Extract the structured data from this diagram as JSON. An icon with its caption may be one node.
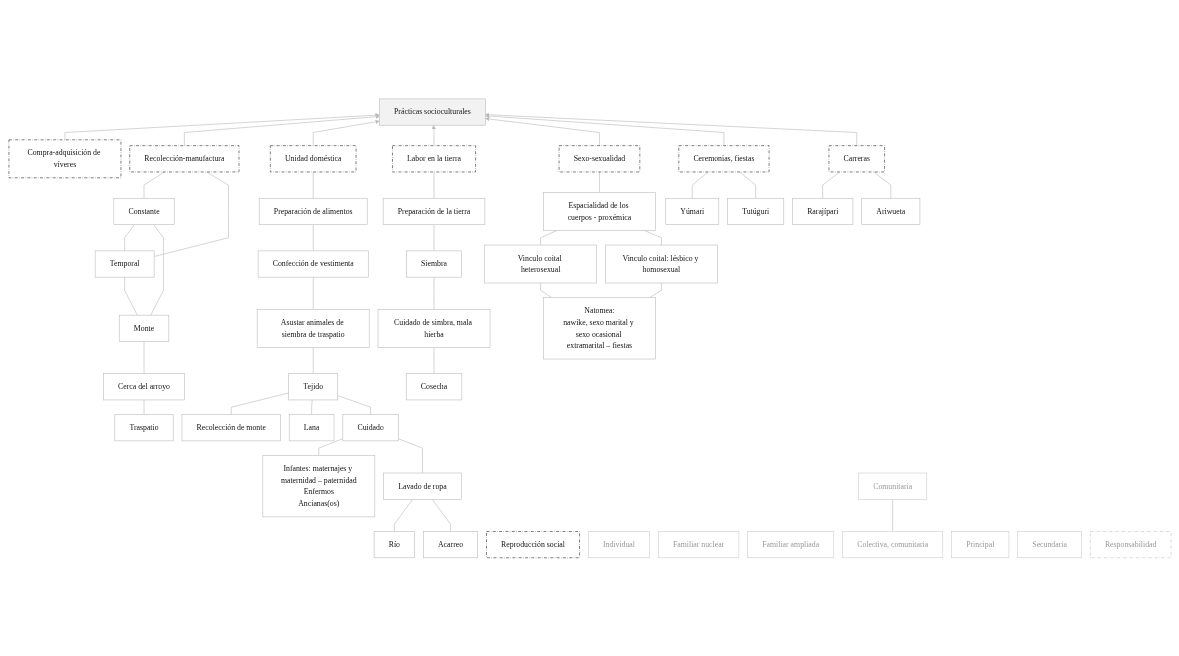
{
  "diagram": {
    "nodes": [
      {
        "text": [
          "Prácticas socioculturales"
        ]
      },
      {
        "text": [
          "Compra-adquisición de víveres"
        ]
      },
      {
        "text": [
          "Ceremonias, fiestas"
        ]
      },
      {
        "text": [
          "Yúmari"
        ]
      },
      {
        "text": [
          "Tutúguri"
        ]
      },
      {
        "text": [
          "Recolección-manufactura"
        ]
      },
      {
        "text": [
          "Unidad doméstica"
        ]
      },
      {
        "text": [
          "Labor en la tierra"
        ]
      },
      {
        "text": [
          "Sexo-sexualidad"
        ]
      },
      {
        "text": [
          "Carreras"
        ]
      },
      {
        "text": [
          "Rarajípari"
        ]
      },
      {
        "text": [
          "Ariwueta"
        ]
      },
      {
        "text": [
          "Constante"
        ]
      },
      {
        "text": [
          "Temporal"
        ]
      },
      {
        "text": [
          "Preparación de alimentos"
        ]
      },
      {
        "text": [
          "Preparación de la tierra"
        ]
      },
      {
        "text": [
          "Espacialidad de los cuerpos - proxémica"
        ]
      },
      {
        "text": [
          "Siembra"
        ]
      },
      {
        "text": [
          "Confección de vestimenta"
        ]
      },
      {
        "text": [
          "Monte"
        ]
      },
      {
        "text": [
          "Cuidado de simbra, mala hierba"
        ]
      },
      {
        "text": [
          "Vinculo coital heterosexual"
        ]
      },
      {
        "text": [
          "Vinculo coital: lésbico y homosexual"
        ]
      },
      {
        "text": [
          "Asustar animales de siembra de traspatio"
        ]
      },
      {
        "text": [
          "Cerca del arroyo"
        ]
      },
      {
        "text": [
          "Cosecha"
        ]
      },
      {
        "text": [
          "Natomea:",
          "nawike, sexo marital y sexo ocasional extramarital – fiestas"
        ]
      },
      {
        "text": [
          "Traspatio"
        ]
      },
      {
        "text": [
          "Tejido"
        ]
      },
      {
        "text": [
          "Recolección de monte"
        ]
      },
      {
        "text": [
          "Lana"
        ]
      },
      {
        "text": [
          "Cuidado"
        ]
      },
      {
        "text": [
          "Infantes: maternajes y maternidad – paternidad",
          "Enfermos",
          "Ancianas(os)"
        ]
      },
      {
        "text": [
          "Lavado de ropa"
        ]
      },
      {
        "text": [
          "Río"
        ]
      },
      {
        "text": [
          "Acarreo"
        ]
      },
      {
        "text": [
          "Reproducción social"
        ]
      },
      {
        "text": [
          "Individual"
        ]
      },
      {
        "text": [
          "Familiar nuclear"
        ]
      },
      {
        "text": [
          "Familiar ampliada"
        ]
      },
      {
        "text": [
          "Colectiva, comunitaria"
        ]
      },
      {
        "text": [
          "Principal"
        ]
      },
      {
        "text": [
          "Secundaria"
        ]
      },
      {
        "text": [
          "Comunitaria"
        ]
      },
      {
        "text": [
          "Responsabilidad"
        ]
      }
    ],
    "edges": [
      {
        "from": 1,
        "to": 0,
        "arrow": "to"
      },
      {
        "from": 5,
        "to": 0,
        "arrow": "to"
      },
      {
        "from": 6,
        "to": 0,
        "arrow": "to"
      },
      {
        "from": 7,
        "to": 0,
        "arrow": "to"
      },
      {
        "from": 8,
        "to": 0,
        "arrow": "to"
      },
      {
        "from": 2,
        "to": 0,
        "arrow": "to"
      },
      {
        "from": 9,
        "to": 0,
        "arrow": "to"
      },
      {
        "from": 2,
        "to": 3,
        "arrow": "none"
      },
      {
        "from": 2,
        "to": 4,
        "arrow": "none"
      },
      {
        "from": 9,
        "to": 10,
        "arrow": "none"
      },
      {
        "from": 9,
        "to": 11,
        "arrow": "none"
      },
      {
        "from": 5,
        "to": 12,
        "arrow": "none"
      },
      {
        "from": 5,
        "to": 13,
        "arrow": "none"
      },
      {
        "from": 12,
        "to": 13,
        "arrow": "none"
      },
      {
        "from": 12,
        "to": 19,
        "arrow": "none"
      },
      {
        "from": 13,
        "to": 19,
        "arrow": "none"
      },
      {
        "from": 19,
        "to": 24,
        "arrow": "none"
      },
      {
        "from": 24,
        "to": 27,
        "arrow": "none"
      },
      {
        "from": 6,
        "to": 14,
        "arrow": "none"
      },
      {
        "from": 14,
        "to": 18,
        "arrow": "none"
      },
      {
        "from": 18,
        "to": 23,
        "arrow": "none"
      },
      {
        "from": 23,
        "to": 28,
        "arrow": "none"
      },
      {
        "from": 28,
        "to": 29,
        "arrow": "none"
      },
      {
        "from": 28,
        "to": 30,
        "arrow": "none"
      },
      {
        "from": 28,
        "to": 31,
        "arrow": "none"
      },
      {
        "from": 31,
        "to": 32,
        "arrow": "none"
      },
      {
        "from": 31,
        "to": 33,
        "arrow": "none"
      },
      {
        "from": 33,
        "to": 34,
        "arrow": "none"
      },
      {
        "from": 33,
        "to": 35,
        "arrow": "none"
      },
      {
        "from": 7,
        "to": 15,
        "arrow": "none"
      },
      {
        "from": 15,
        "to": 17,
        "arrow": "none"
      },
      {
        "from": 17,
        "to": 20,
        "arrow": "none"
      },
      {
        "from": 20,
        "to": 25,
        "arrow": "none"
      },
      {
        "from": 8,
        "to": 16,
        "arrow": "none"
      },
      {
        "from": 16,
        "to": 21,
        "arrow": "none"
      },
      {
        "from": 16,
        "to": 22,
        "arrow": "none"
      },
      {
        "from": 21,
        "to": 26,
        "arrow": "none"
      },
      {
        "from": 22,
        "to": 26,
        "arrow": "none"
      },
      {
        "from": 43,
        "to": 40,
        "arrow": "none"
      }
    ]
  }
}
